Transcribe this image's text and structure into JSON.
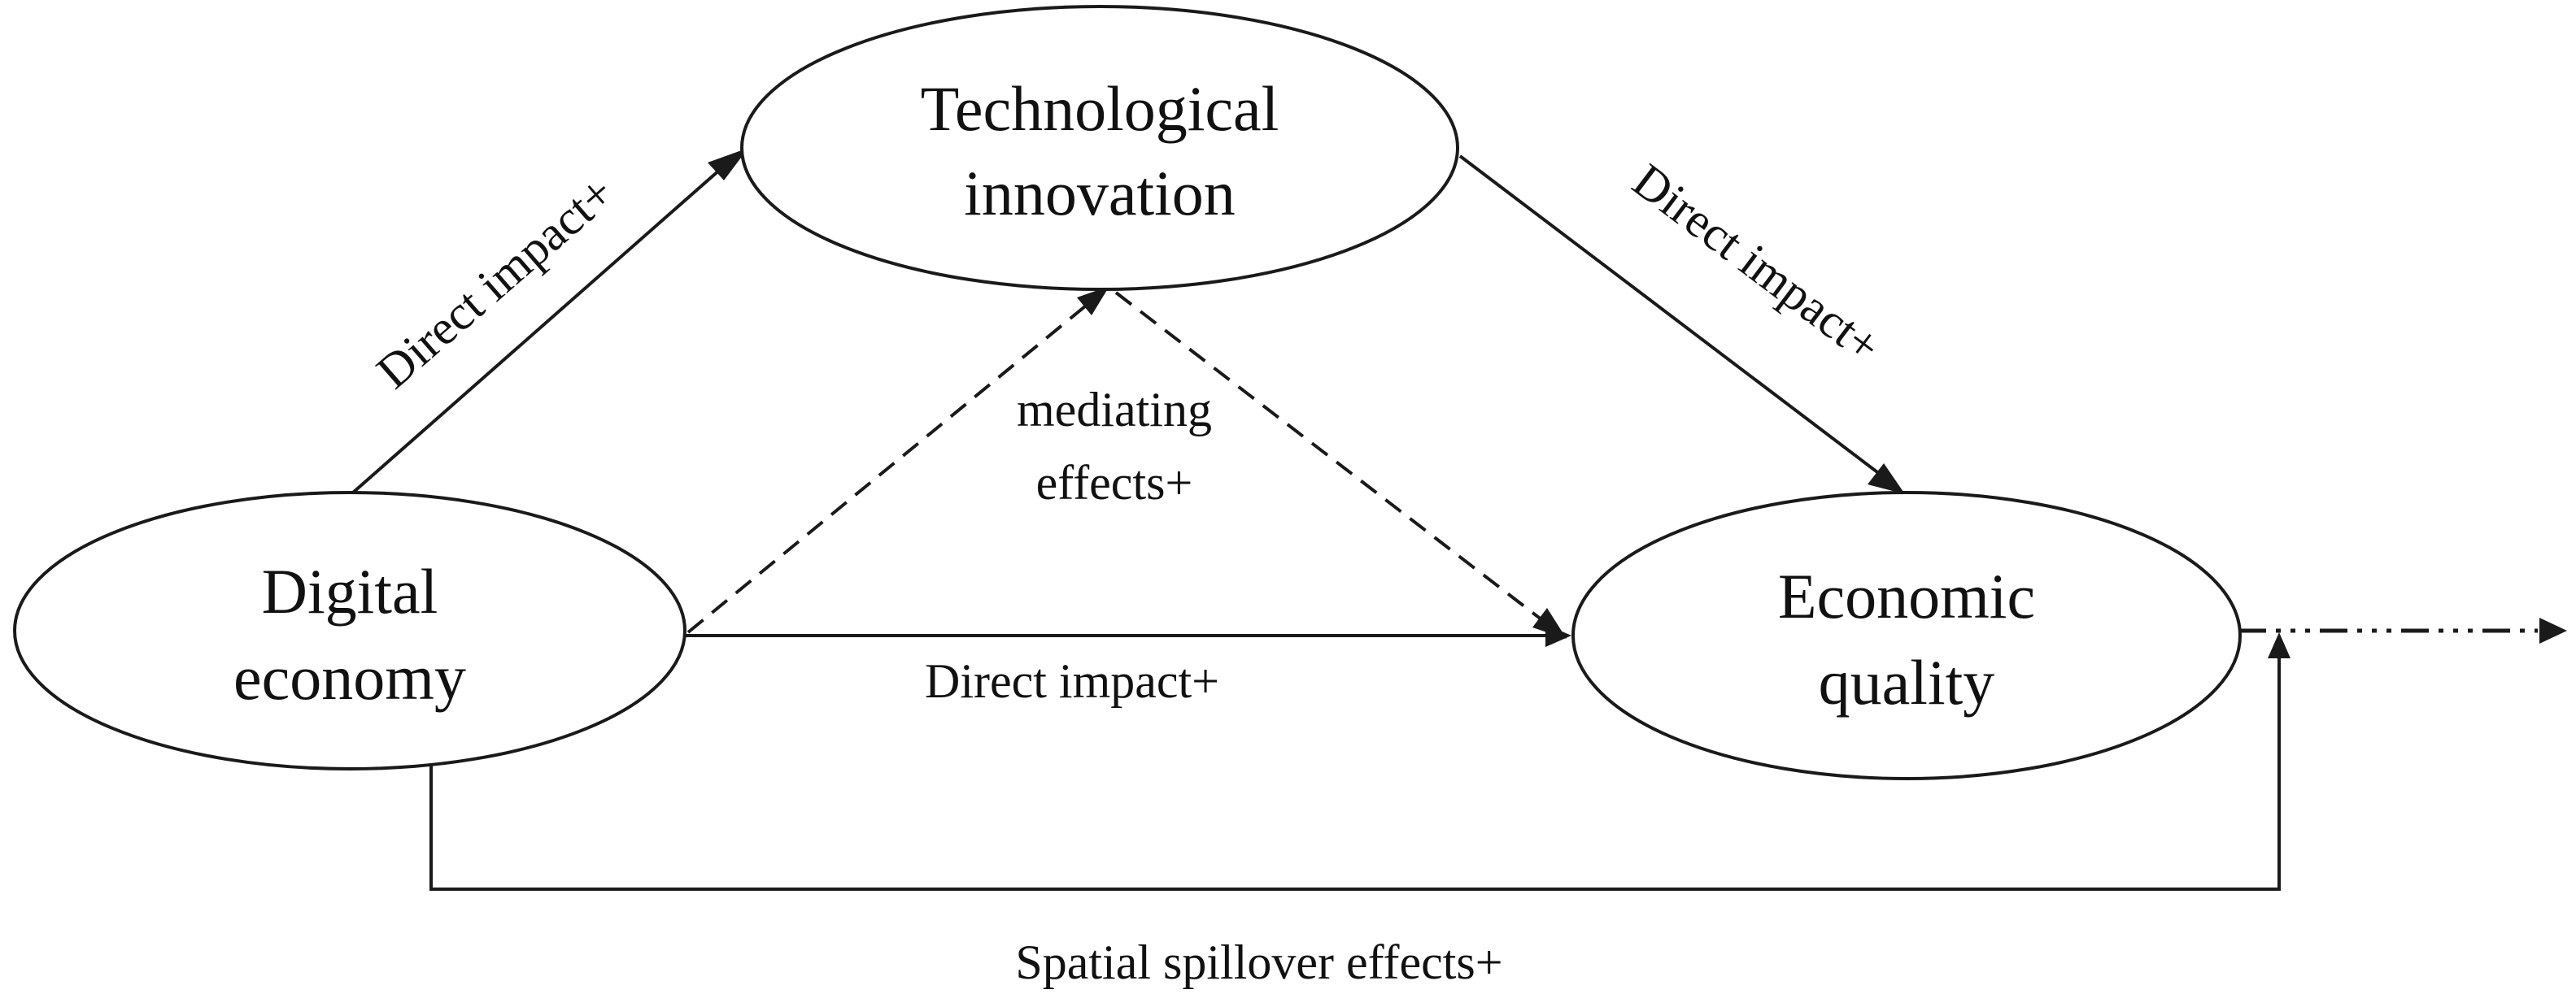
{
  "nodes": {
    "technological_innovation": {
      "line1": "Technological",
      "line2": "innovation"
    },
    "digital_economy": {
      "line1": "Digital",
      "line2": "economy"
    },
    "economic_quality": {
      "line1": "Economic",
      "line2": "quality"
    }
  },
  "edges": {
    "digital_to_tech": {
      "label": "Direct impact+"
    },
    "tech_to_quality": {
      "label": "Direct impact+"
    },
    "digital_to_quality": {
      "label": "Direct impact+"
    },
    "mediating": {
      "line1": "mediating",
      "line2": "effects+"
    },
    "spatial_spillover": {
      "label": "Spatial spillover effects+"
    }
  },
  "colors": {
    "stroke": "#1a1a1a",
    "text": "#111111",
    "background": "#ffffff"
  }
}
